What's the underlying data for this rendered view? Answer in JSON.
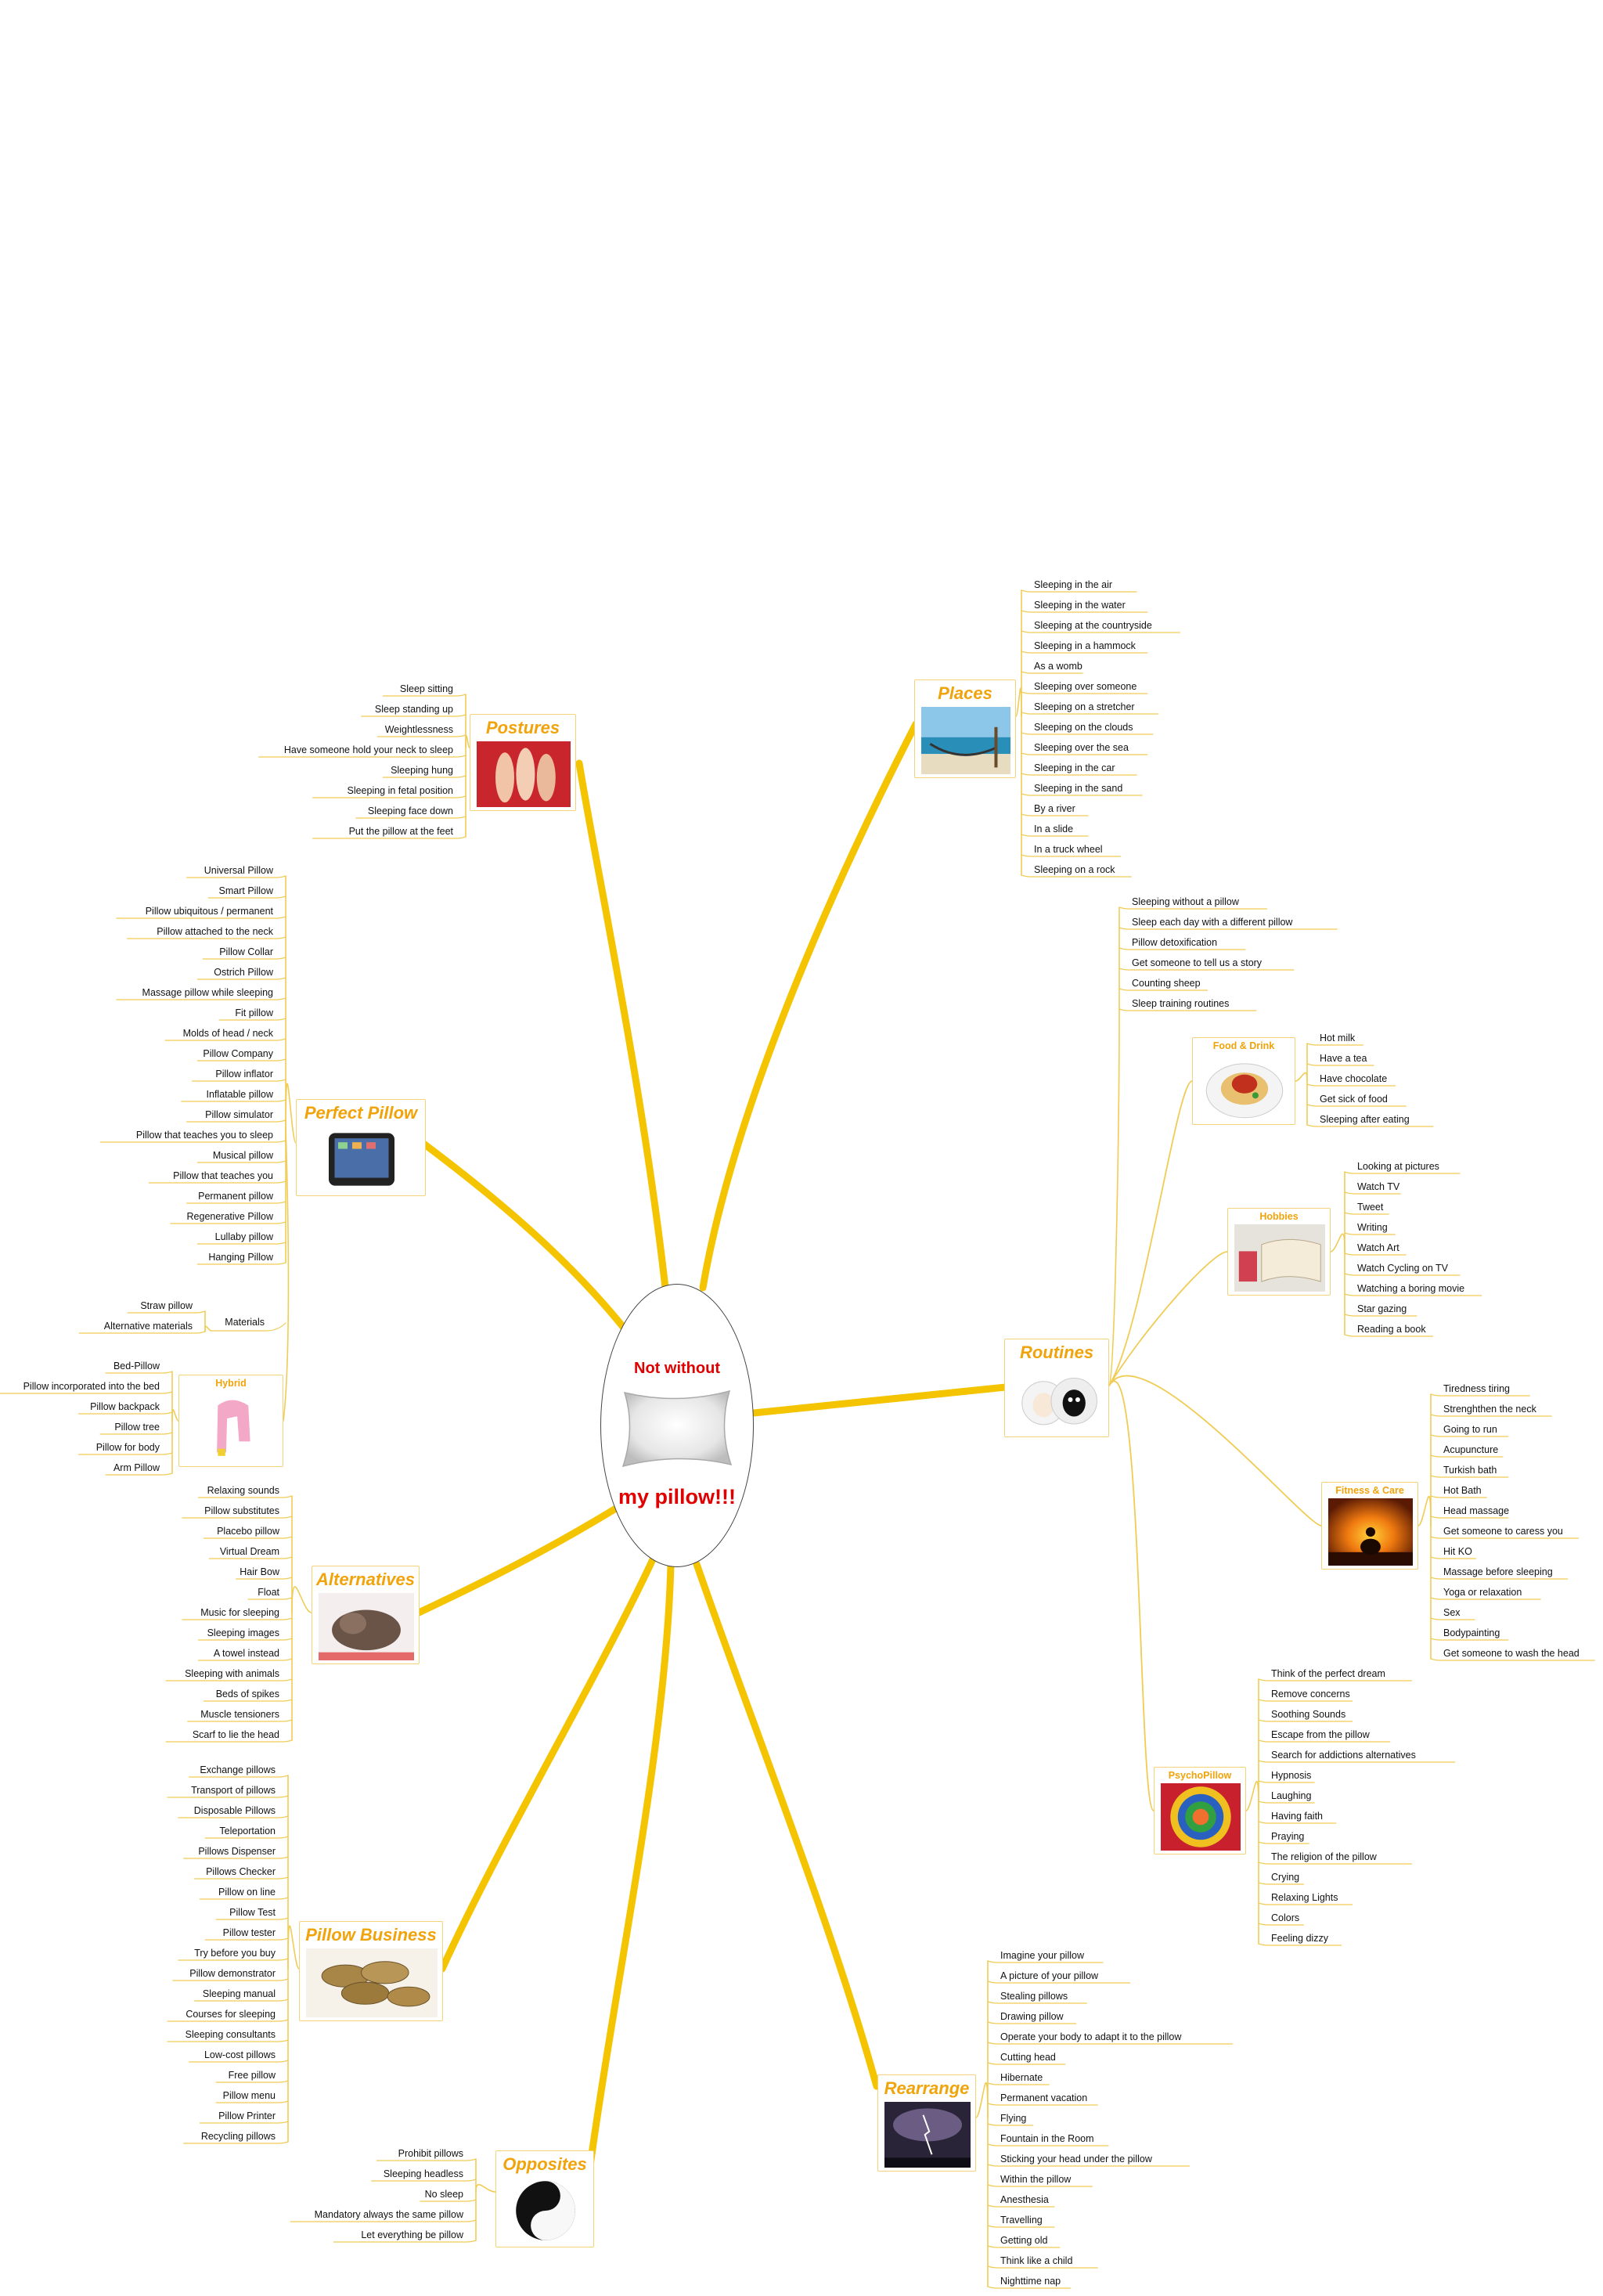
{
  "center": {
    "line1": "Not without",
    "line2": "my pillow!!!",
    "icon": "pillow-icon"
  },
  "colors": {
    "branch": "#f5c400",
    "branch_light": "#f0cc55",
    "title": "#f0a30a",
    "central_text": "#e00000"
  },
  "branches": [
    {
      "id": "postures",
      "title": "Postures",
      "icon": "feet-photo",
      "items": [
        "Sleep sitting",
        "Sleep standing up",
        "Weightlessness",
        "Have someone hold your neck to sleep",
        "Sleeping hung",
        "Sleeping in fetal position",
        "Sleeping face down",
        "Put the pillow at the feet"
      ]
    },
    {
      "id": "places",
      "title": "Places",
      "icon": "hammock-beach-photo",
      "items": [
        "Sleeping in the air",
        "Sleeping in the water",
        "Sleeping at the countryside",
        "Sleeping in a hammock",
        "As a womb",
        "Sleeping over someone",
        "Sleeping on a stretcher",
        "Sleeping on the clouds",
        "Sleeping over the sea",
        "Sleeping in the car",
        "Sleeping in the sand",
        "By a river",
        "In a slide",
        "In a truck wheel",
        "Sleeping on a rock"
      ]
    },
    {
      "id": "perfect",
      "title": "Perfect Pillow",
      "icon": "smartphone-photo",
      "items": [
        "Universal Pillow",
        "Smart Pillow",
        "Pillow ubiquitous / permanent",
        "Pillow attached to the neck",
        "Pillow Collar",
        "Ostrich Pillow",
        "Massage pillow while sleeping",
        "Fit pillow",
        "Molds of head / neck",
        "Pillow Company",
        "Pillow inflator",
        "Inflatable pillow",
        "Pillow simulator",
        "Pillow that teaches you to sleep",
        "Musical pillow",
        "Pillow that teaches you",
        "Permanent pillow",
        "Regenerative Pillow",
        "Lullaby pillow",
        "Hanging Pillow"
      ],
      "materials": {
        "label": "Materials",
        "items": [
          "Straw pillow",
          "Alternative materials"
        ]
      },
      "hybrid": {
        "title": "Hybrid",
        "icon": "body-pillow-photo",
        "items": [
          "Bed-Pillow",
          "Pillow incorporated into the bed",
          "Pillow backpack",
          "Pillow tree",
          "Pillow for body",
          "Arm Pillow"
        ]
      }
    },
    {
      "id": "routines",
      "title": "Routines",
      "icon": "sheep-toys-photo",
      "items": [
        "Sleeping without a pillow",
        "Sleep each day with a different pillow",
        "Pillow detoxification",
        "Get someone to tell us a story",
        "Counting sheep",
        "Sleep training routines"
      ],
      "subtopics": [
        {
          "title": "Food & Drink",
          "icon": "spaghetti-photo",
          "items": [
            "Hot milk",
            "Have a tea",
            "Have chocolate",
            "Get sick of food",
            "Sleeping after eating"
          ]
        },
        {
          "title": "Hobbies",
          "icon": "book-photo",
          "items": [
            "Looking at pictures",
            "Watch TV",
            "Tweet",
            "Writing",
            "Watch Art",
            "Watch Cycling on TV",
            "Watching a boring movie",
            "Star gazing",
            "Reading a book"
          ]
        },
        {
          "title": "Fitness & Care",
          "icon": "yoga-sunset-photo",
          "items": [
            "Tiredness tiring",
            "Strenghthen the neck",
            "Going to run",
            "Acupuncture",
            "Turkish bath",
            "Hot Bath",
            "Head massage",
            "Get someone to caress you",
            "Hit KO",
            "Massage before sleeping",
            "Yoga or relaxation",
            "Sex",
            "Bodypainting",
            "Get someone to wash the head"
          ]
        },
        {
          "title": "PsychoPillow",
          "icon": "spiral-photo",
          "items": [
            "Think of the perfect dream",
            "Remove concerns",
            "Soothing Sounds",
            "Escape from the pillow",
            "Search for addictions alternatives",
            "Hypnosis",
            "Laughing",
            "Having faith",
            "Praying",
            "The religion of the pillow",
            "Crying",
            "Relaxing Lights",
            "Colors",
            "Feeling dizzy"
          ]
        }
      ]
    },
    {
      "id": "alternatives",
      "title": "Alternatives",
      "icon": "sleeping-cat-photo",
      "items": [
        "Relaxing sounds",
        "Pillow substitutes",
        "Placebo pillow",
        "Virtual Dream",
        "Hair Bow",
        "Float",
        "Music for sleeping",
        "Sleeping images",
        "A towel instead",
        "Sleeping with animals",
        "Beds of spikes",
        "Muscle tensioners",
        "Scarf to lie the head"
      ]
    },
    {
      "id": "business",
      "title": "Pillow Business",
      "icon": "coins-photo",
      "items": [
        "Exchange pillows",
        "Transport of pillows",
        "Disposable Pillows",
        "Teleportation",
        "Pillows Dispenser",
        "Pillows Checker",
        "Pillow on line",
        "Pillow Test",
        "Pillow tester",
        "Try before you buy",
        "Pillow demonstrator",
        "Sleeping manual",
        "Courses for sleeping",
        "Sleeping consultants",
        "Low-cost pillows",
        "Free pillow",
        "Pillow menu",
        "Pillow Printer",
        "Recycling pillows"
      ]
    },
    {
      "id": "rearrange",
      "title": "Rearrange",
      "icon": "lightning-sky-photo",
      "items": [
        "Imagine your pillow",
        "A picture of your pillow",
        "Stealing pillows",
        "Drawing pillow",
        "Operate your body to adapt it to the pillow",
        "Cutting head",
        "Hibernate",
        "Permanent vacation",
        "Flying",
        "Fountain in the Room",
        "Sticking your head under the pillow",
        "Within the pillow",
        "Anesthesia",
        "Travelling",
        "Getting old",
        "Think like a child",
        "Nighttime nap"
      ]
    },
    {
      "id": "opposites",
      "title": "Opposites",
      "icon": "yin-yang-icon",
      "items": [
        "Prohibit pillows",
        "Sleeping headless",
        "No sleep",
        "Mandatory always the same pillow",
        "Let everything be pillow"
      ]
    }
  ]
}
